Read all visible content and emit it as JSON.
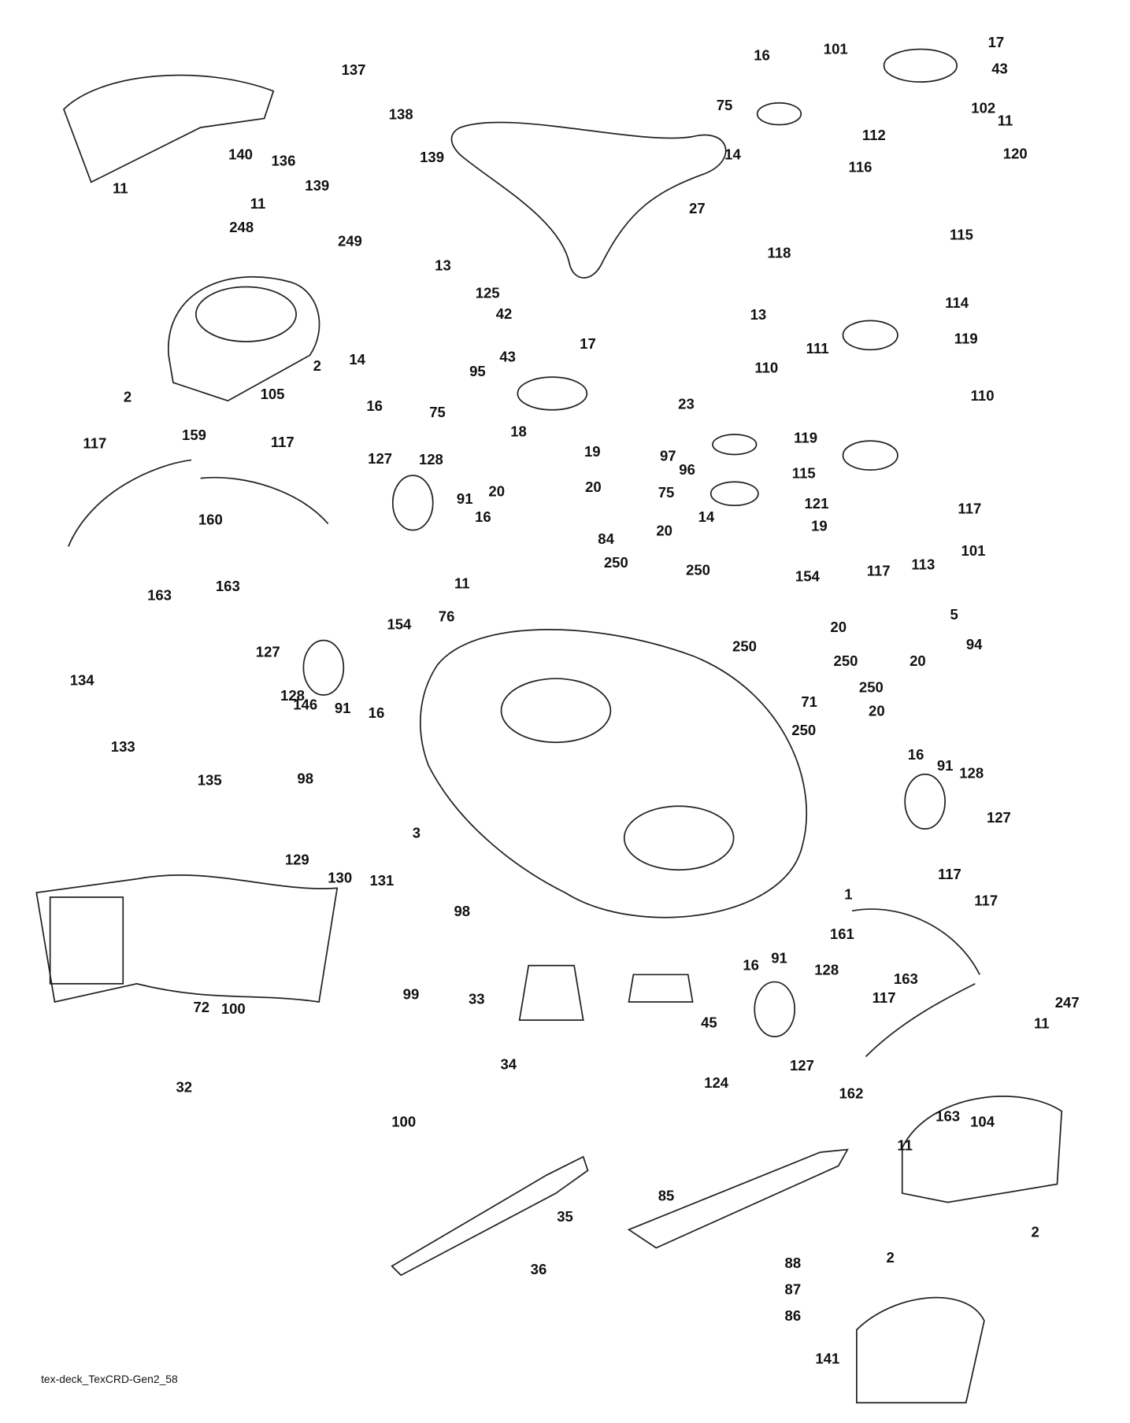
{
  "footer_code": "tex-deck_TexCRD-Gen2_58",
  "callouts": [
    "137",
    "140",
    "136",
    "138",
    "139",
    "139",
    "27",
    "11",
    "248",
    "11",
    "249",
    "105",
    "2",
    "2",
    "13",
    "125",
    "42",
    "14",
    "95",
    "16",
    "75",
    "43",
    "17",
    "18",
    "19",
    "20",
    "20",
    "84",
    "11",
    "117",
    "159",
    "117",
    "160",
    "163",
    "163",
    "127",
    "128",
    "91",
    "16",
    "250",
    "20",
    "250",
    "23",
    "97",
    "96",
    "75",
    "14",
    "154",
    "154",
    "76",
    "127",
    "128",
    "91",
    "16",
    "134",
    "146",
    "133",
    "135",
    "98",
    "3",
    "129",
    "130",
    "131",
    "98",
    "72",
    "100",
    "99",
    "100",
    "32",
    "33",
    "34",
    "45",
    "124",
    "35",
    "36",
    "85",
    "16",
    "91",
    "128",
    "127",
    "88",
    "87",
    "86",
    "1",
    "117",
    "117",
    "161",
    "163",
    "117",
    "163",
    "162",
    "247",
    "11",
    "104",
    "11",
    "2",
    "2",
    "141",
    "16",
    "91",
    "128",
    "127",
    "20",
    "250",
    "250",
    "71",
    "250",
    "20",
    "250",
    "5",
    "20",
    "94",
    "16",
    "101",
    "75",
    "14",
    "17",
    "43",
    "102",
    "11",
    "112",
    "116",
    "120",
    "118",
    "115",
    "114",
    "13",
    "111",
    "119",
    "110",
    "110",
    "119",
    "115",
    "121",
    "19",
    "117",
    "101",
    "117",
    "113"
  ]
}
